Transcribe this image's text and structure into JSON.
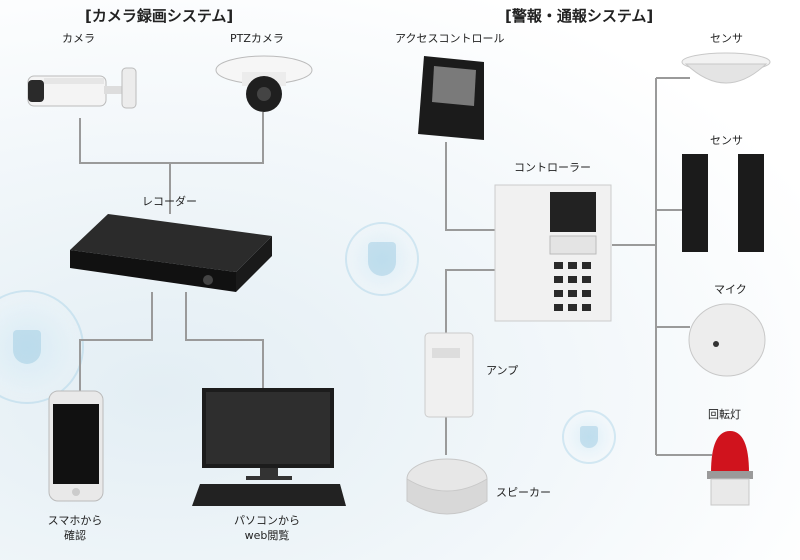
{
  "left_section": {
    "title": "[カメラ録画システム]"
  },
  "right_section": {
    "title": "[警報・通報システム]"
  },
  "devices": {
    "camera": "カメラ",
    "ptz_camera": "PTZカメラ",
    "recorder": "レコーダー",
    "smartphone": [
      "スマホから",
      "確認"
    ],
    "pc": [
      "パソコンから",
      "web閲覧"
    ],
    "access_control": "アクセスコントロール",
    "controller": "コントローラー",
    "amp": "アンプ",
    "speaker": "スピーカー",
    "sensor_1": "センサ",
    "sensor_2": "センサ",
    "mic": "マイク",
    "rotating_light": "回転灯"
  },
  "colors": {
    "line": "#9a9a9a",
    "text": "#222222",
    "beacon": "#d0131d"
  }
}
